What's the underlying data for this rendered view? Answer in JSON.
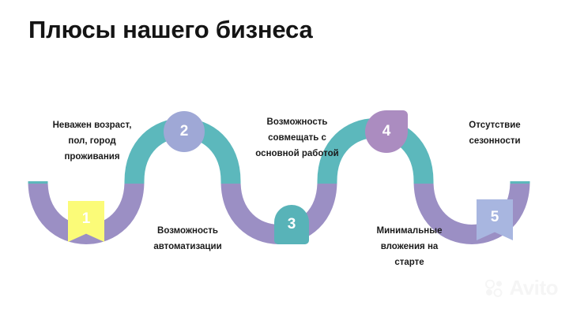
{
  "slide": {
    "title": "Плюсы нашего бизнеса",
    "background_color": "#ffffff"
  },
  "palette": {
    "purple": "#9b8fc4",
    "teal": "#5cb8bc",
    "marker1": "#fbfb78",
    "marker2": "#9fa8d6",
    "marker3": "#58b3b8",
    "marker4": "#ab8cc0",
    "marker5": "#a8b6e0",
    "title_color": "#141414",
    "caption_color": "#1a1a1a",
    "number_color": "#ffffff"
  },
  "steps": [
    {
      "number": "1",
      "caption": "Неважен возраст,\nпол, город\nпроживания",
      "marker_shape": "ribbon",
      "marker_color": "#fbfb78",
      "caption_position": "above"
    },
    {
      "number": "2",
      "caption": "Возможность\nавтоматизации",
      "marker_shape": "circle",
      "marker_color": "#9fa8d6",
      "caption_position": "below"
    },
    {
      "number": "3",
      "caption": "Возможность\nсовмещать с\nосновной работой",
      "marker_shape": "arch",
      "marker_color": "#58b3b8",
      "caption_position": "above"
    },
    {
      "number": "4",
      "caption": "Минимальные\nвложения на\nстарте",
      "marker_shape": "teardrop",
      "marker_color": "#ab8cc0",
      "caption_position": "below"
    },
    {
      "number": "5",
      "caption": "Отсутствие\nсезонности",
      "marker_shape": "ribbon",
      "marker_color": "#a8b6e0",
      "caption_position": "above"
    }
  ],
  "watermark": {
    "text": "Avito",
    "logo_icon": "avito-dots-icon"
  }
}
